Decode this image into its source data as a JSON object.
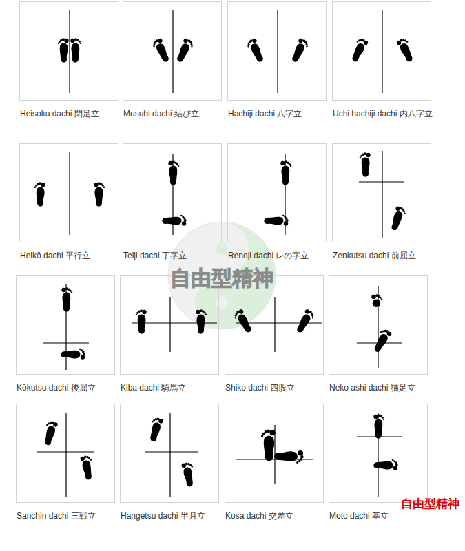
{
  "diagram": {
    "nodes": [
      {
        "text": [
          "Heisoku dachi 閉足立"
        ]
      },
      {
        "text": [
          "Musubi dachi 結び立"
        ]
      },
      {
        "text": [
          "Hachiji dachi 八字立"
        ]
      },
      {
        "text": [
          "Uchi hachiji dachi 内八字立"
        ]
      },
      {
        "text": [
          "Heikō dachi 平行立"
        ]
      },
      {
        "text": [
          "Teiji dachi 丁字立"
        ]
      },
      {
        "text": [
          "Renoji dachi レの字立"
        ]
      },
      {
        "text": [
          "Zenkutsu dachi 前屈立"
        ]
      },
      {
        "text": [
          "Kōkutsu dachi 後屈立"
        ]
      },
      {
        "text": [
          "Kiba dachi 騎馬立"
        ]
      },
      {
        "text": [
          "Shiko dachi 四股立"
        ]
      },
      {
        "text": [
          "Neko ashi dachi 猫足立"
        ]
      },
      {
        "text": [
          "Sanchin dachi 三戦立"
        ]
      },
      {
        "text": [
          "Hangetsu dachi 半月立"
        ]
      },
      {
        "text": [
          "Kosa dachi 交差立"
        ]
      },
      {
        "text": [
          "Moto dachi 基立"
        ]
      }
    ],
    "edges": [],
    "labels": [
      "自由型精神",
      "自由型精神"
    ]
  }
}
